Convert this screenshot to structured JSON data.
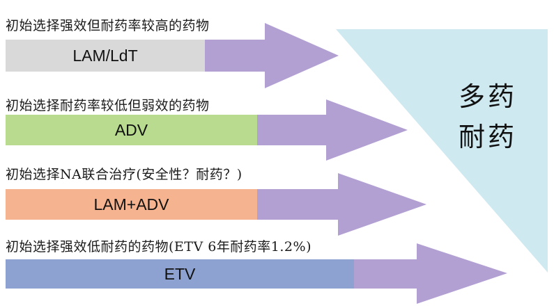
{
  "rows": [
    {
      "caption": "初始选择强效但耐药率较高的药物",
      "bar_label": "LAM/LdT"
    },
    {
      "caption": "初始选择耐药率较低但弱效的药物",
      "bar_label": "ADV"
    },
    {
      "caption": "初始选择NA联合治疗(安全性？耐药？)",
      "bar_label": "LAM+ADV"
    },
    {
      "caption": "初始选择强效低耐药的药物(ETV 6年耐药率1.2%)",
      "bar_label": "ETV"
    }
  ],
  "triangle": {
    "line1": "多药",
    "line2": "耐药"
  },
  "colors": {
    "arrow": "#b3a0d3",
    "bar1": "#d9d9d9",
    "bar2": "#b8db8f",
    "bar3": "#f6b38f",
    "bar4": "#8ea2d2",
    "triangle": "#cfe9f1"
  }
}
